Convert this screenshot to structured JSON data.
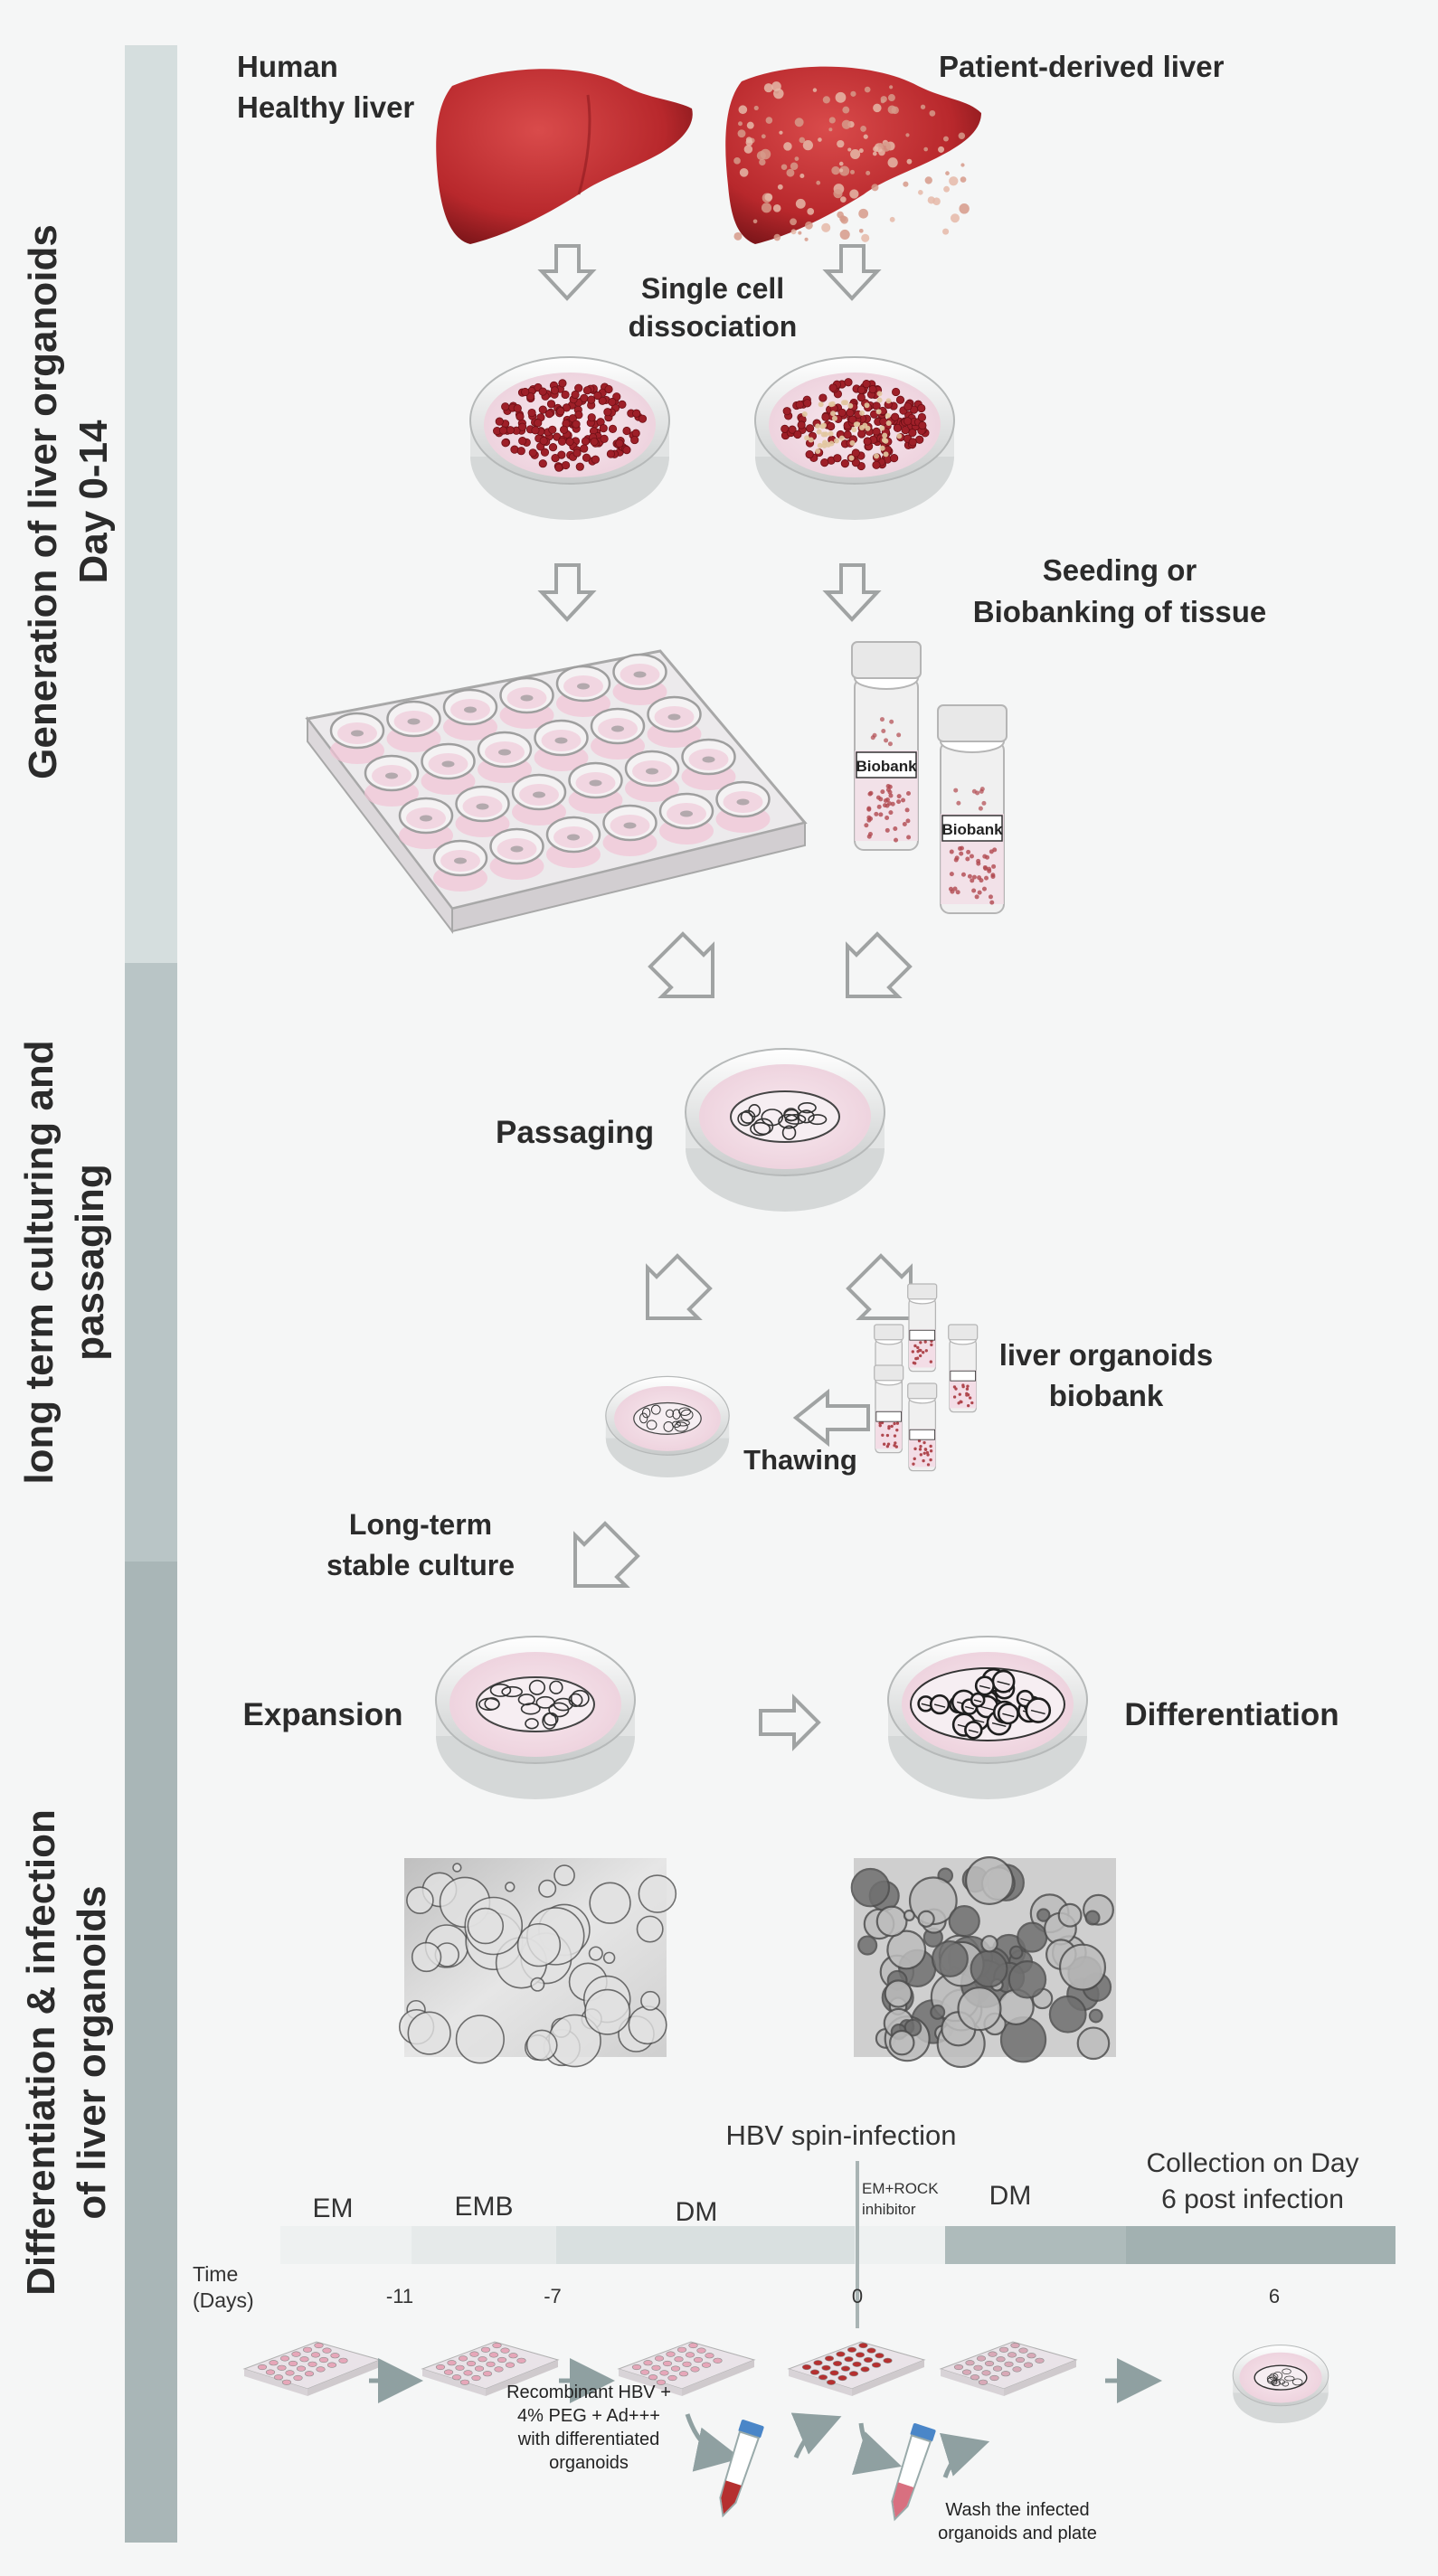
{
  "sections": [
    {
      "title_line1": "Generation of liver organoids",
      "title_line2": "Day 0-14",
      "color": "#d5dede"
    },
    {
      "title_line1": "long term culturing and",
      "title_line2": "passaging",
      "color": "#b9c5c6"
    },
    {
      "title_line1": "Differentiation & infection",
      "title_line2": "of liver organoids",
      "color": "#a9b6b7"
    }
  ],
  "labels": {
    "healthy_line1": "Human",
    "healthy_line2": "Healthy liver",
    "patient": "Patient-derived liver",
    "dissociation_line1": "Single cell",
    "dissociation_line2": "dissociation",
    "seeding_line1": "Seeding or",
    "seeding_line2": "Biobanking of tissue",
    "biobank_tag": "Biobank",
    "passaging": "Passaging",
    "organoid_biobank_line1": "liver organoids",
    "organoid_biobank_line2": "biobank",
    "thawing": "Thawing",
    "longterm_line1": "Long-term",
    "longterm_line2": "stable culture",
    "expansion": "Expansion",
    "differentiation": "Differentiation"
  },
  "timeline": {
    "hbv_title": "HBV spin-infection",
    "collection_line1": "Collection on Day",
    "collection_line2": "6 post infection",
    "segments": [
      {
        "label": "EM",
        "color": "#eef1f1"
      },
      {
        "label": "EMB",
        "color": "#e6eaea"
      },
      {
        "label": "DM",
        "color": "#d9e0e0"
      },
      {
        "label": "EM+ROCK",
        "label2": "inhibitor",
        "color": "#eef1f1"
      },
      {
        "label": "DM",
        "color": "#aebbbb"
      },
      {
        "label": "",
        "color": "#a2b1b1"
      }
    ],
    "time_label_line1": "Time",
    "time_label_line2": "(Days)",
    "ticks": [
      "-11",
      "-7",
      "0",
      "6"
    ],
    "recombinant_lines": [
      "Recombinant HBV +",
      "4% PEG + Ad+++",
      "with differentiated",
      "organoids"
    ],
    "wash_lines": [
      "Wash the infected",
      "organoids and plate"
    ]
  },
  "colors": {
    "liver": "#b8282c",
    "liver_dark": "#8e1a1f",
    "dish_pink": "#f3dde6",
    "arrow_stroke": "#a0a3a3",
    "timeline_arrow": "#8fa0a1"
  }
}
